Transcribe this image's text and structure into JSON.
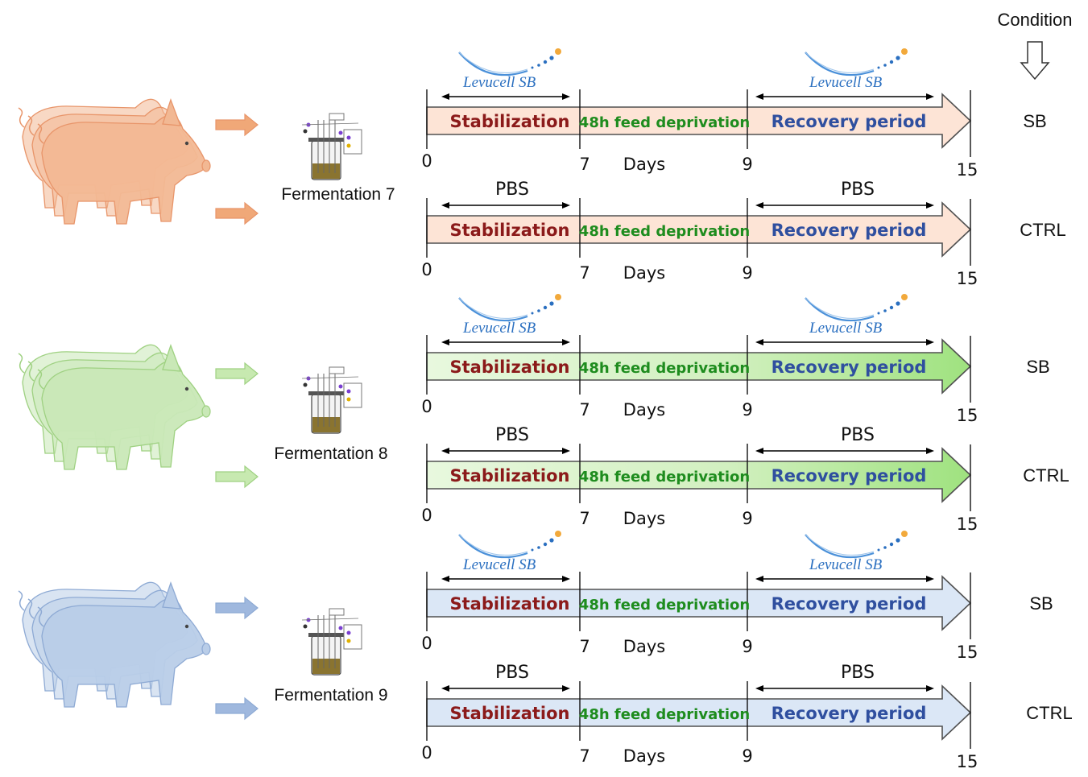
{
  "header": {
    "condition_label": "Condition"
  },
  "logo_text": "Levucell SB",
  "timeline": {
    "stabilization": "Stabilization",
    "deprivation": "48h feed deprivation",
    "recovery": "Recovery period",
    "axis_label": "Days",
    "ticks": [
      "0",
      "7",
      "9",
      "15"
    ],
    "pbs_label": "PBS"
  },
  "groups": [
    {
      "fermentation": "Fermentation 7",
      "colors": {
        "fill": "#fde4d6",
        "stroke": "#505050",
        "pig": "#f2b893",
        "pig_line": "#e8956a",
        "arrow": "#f0a878"
      },
      "rows": [
        {
          "condition": "SB",
          "treatment": "logo"
        },
        {
          "condition": "CTRL",
          "treatment": "PBS"
        }
      ]
    },
    {
      "fermentation": "Fermentation 8",
      "colors": {
        "fill_start": "#e6f7dc",
        "fill_end": "#a6e68a",
        "stroke": "#505050",
        "pig": "#c9e8b7",
        "pig_line": "#9fd182",
        "arrow": "#c7e9b0"
      },
      "rows": [
        {
          "condition": "SB",
          "treatment": "logo"
        },
        {
          "condition": "CTRL",
          "treatment": "PBS"
        }
      ]
    },
    {
      "fermentation": "Fermentation 9",
      "colors": {
        "fill": "#dbe7f6",
        "stroke": "#505050",
        "pig": "#b9cde8",
        "pig_line": "#8eaad4",
        "arrow": "#9fb8de"
      },
      "rows": [
        {
          "condition": "SB",
          "treatment": "logo"
        },
        {
          "condition": "CTRL",
          "treatment": "PBS"
        }
      ]
    }
  ],
  "text_colors": {
    "stabilization": "#8b1a1a",
    "deprivation": "#1e8c1e",
    "recovery": "#2f4f9f"
  }
}
